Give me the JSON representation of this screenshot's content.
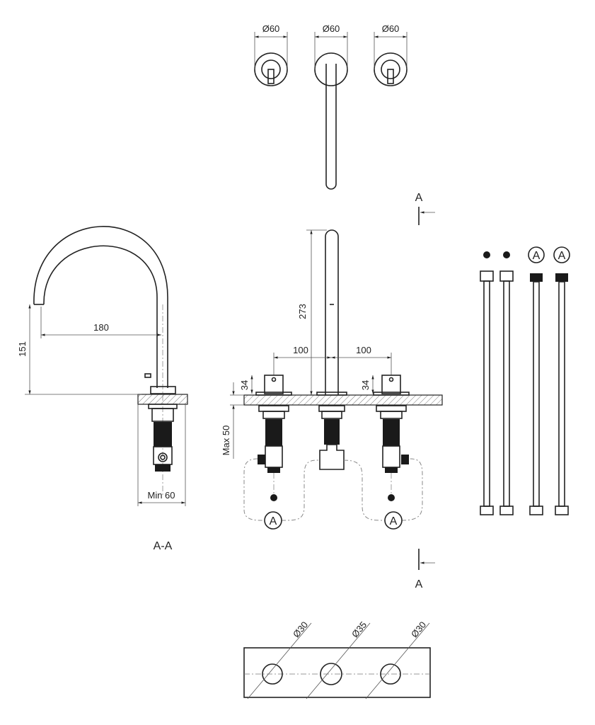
{
  "top_view": {
    "rosette_labels": [
      "Ø60",
      "Ø60",
      "Ø60"
    ]
  },
  "section_marker": {
    "top": "A",
    "bottom": "A"
  },
  "side_view": {
    "height_dim": "151",
    "reach_dim": "180",
    "min_dim": "Min 60",
    "section_label": "A-A"
  },
  "front_view": {
    "spout_height": "273",
    "spacing_left": "100",
    "spacing_right": "100",
    "handle_left": "34",
    "handle_right": "34",
    "max_thickness": "Max 50",
    "connector_left": "A",
    "connector_right": "A"
  },
  "hoses": {
    "labels": [
      "A",
      "A"
    ]
  },
  "cutout": {
    "holes": [
      "Ø30",
      "Ø35",
      "Ø30"
    ]
  }
}
